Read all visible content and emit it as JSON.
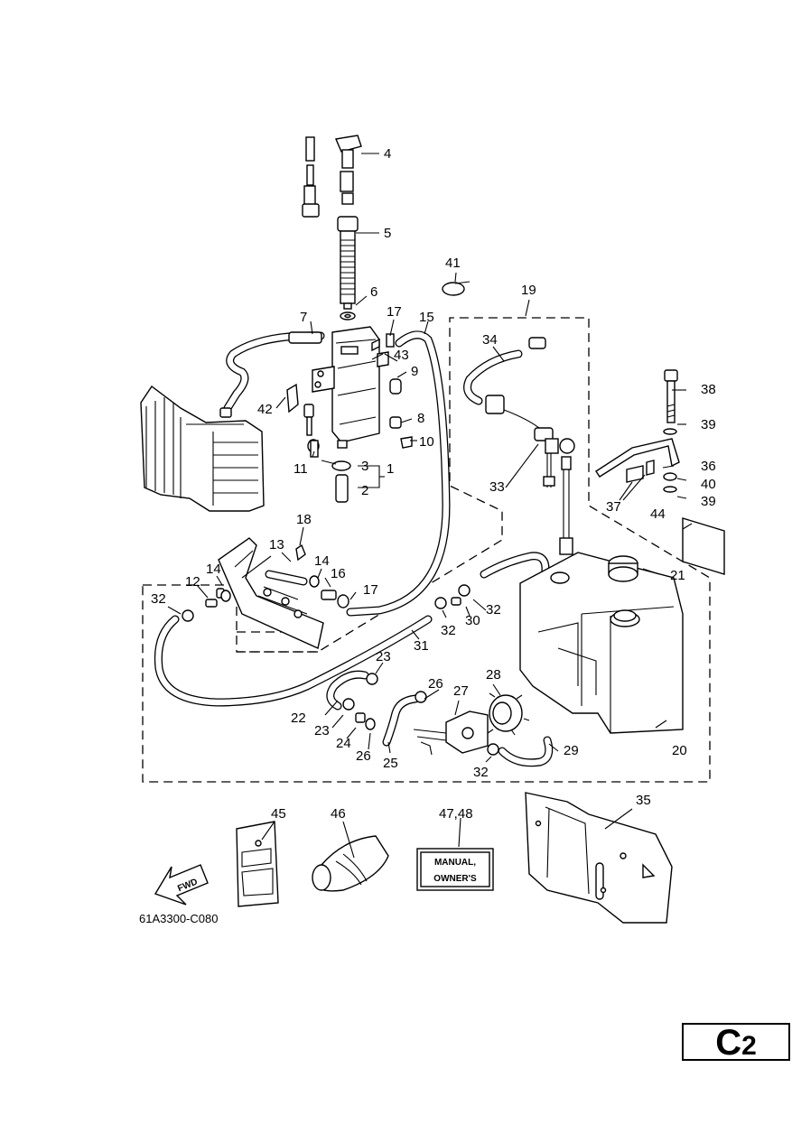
{
  "diagram": {
    "code": "61A3300-C080",
    "page": {
      "letter": "C",
      "number": "2"
    },
    "direction_label": "FWD",
    "manual_label_line1": "MANUAL,",
    "manual_label_line2": "OWNER'S",
    "callouts": {
      "c1": "1",
      "c2": "2",
      "c3": "3",
      "c4": "4",
      "c5": "5",
      "c6": "6",
      "c7": "7",
      "c8": "8",
      "c9": "9",
      "c10": "10",
      "c11": "11",
      "c12": "12",
      "c13": "13",
      "c14a": "14",
      "c14b": "14",
      "c15": "15",
      "c16": "16",
      "c17a": "17",
      "c17b": "17",
      "c18": "18",
      "c19": "19",
      "c20": "20",
      "c21": "21",
      "c22": "22",
      "c23a": "23",
      "c23b": "23",
      "c24": "24",
      "c25": "25",
      "c26a": "26",
      "c26b": "26",
      "c27": "27",
      "c28": "28",
      "c29": "29",
      "c30": "30",
      "c31": "31",
      "c32a": "32",
      "c32b": "32",
      "c32c": "32",
      "c32d": "32",
      "c33": "33",
      "c34": "34",
      "c35": "35",
      "c36": "36",
      "c37": "37",
      "c38": "38",
      "c39a": "39",
      "c39b": "39",
      "c40": "40",
      "c41": "41",
      "c42": "42",
      "c43": "43",
      "c44": "44",
      "c45": "45",
      "c46": "46",
      "c4748": "47,48"
    }
  }
}
